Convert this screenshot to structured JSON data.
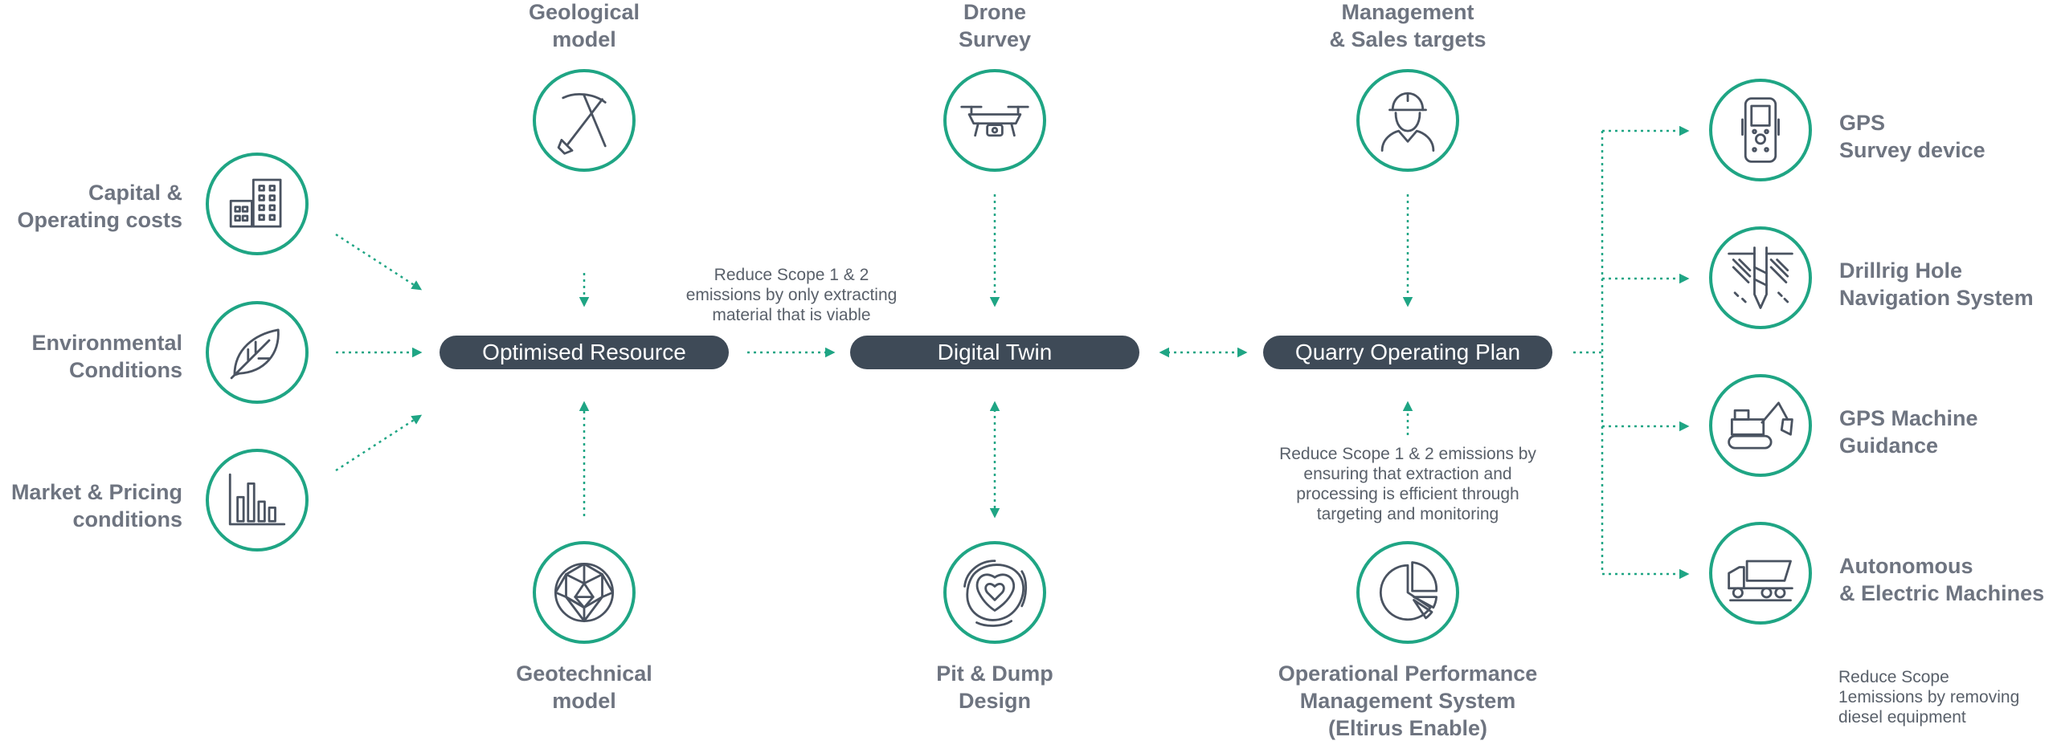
{
  "inputs_left": [
    {
      "lines": [
        "Capital &",
        "Operating costs"
      ],
      "icon": "buildings-icon"
    },
    {
      "lines": [
        "Environmental",
        "Conditions"
      ],
      "icon": "leaf-icon"
    },
    {
      "lines": [
        "Market & Pricing",
        "conditions"
      ],
      "icon": "bar-chart-icon"
    }
  ],
  "top_nodes": [
    {
      "lines": [
        "Geological",
        "model"
      ],
      "icon": "pickaxe-shovel-icon"
    },
    {
      "lines": [
        "Drone",
        "Survey"
      ],
      "icon": "drone-icon"
    },
    {
      "lines": [
        "Management",
        "& Sales targets"
      ],
      "icon": "worker-icon"
    }
  ],
  "bottom_nodes": [
    {
      "lines": [
        "Geotechnical",
        "model"
      ],
      "icon": "geodesic-sphere-icon"
    },
    {
      "lines": [
        "Pit & Dump",
        "Design"
      ],
      "icon": "contour-map-icon"
    },
    {
      "lines": [
        "Operational Performance",
        "Management System",
        "(Eltirus Enable)"
      ],
      "icon": "pie-chart-icon"
    }
  ],
  "pills": [
    "Optimised Resource",
    "Digital Twin",
    "Quarry Operating Plan"
  ],
  "notes": {
    "resource": [
      "Reduce Scope 1 & 2",
      "emissions by only extracting",
      "material that is viable"
    ],
    "plan": [
      "Reduce Scope 1 & 2 emissions by",
      "ensuring that extraction and",
      "processing is efficient through",
      "targeting and monitoring"
    ],
    "machines": [
      "Reduce Scope",
      "1emissions by removing",
      "diesel equipment"
    ]
  },
  "outputs_right": [
    {
      "lines": [
        "GPS",
        "Survey device"
      ],
      "icon": "gps-handheld-icon"
    },
    {
      "lines": [
        "Drillrig Hole",
        "Navigation System"
      ],
      "icon": "drill-hole-icon"
    },
    {
      "lines": [
        "GPS Machine",
        "Guidance"
      ],
      "icon": "excavator-icon"
    },
    {
      "lines": [
        "Autonomous",
        "& Electric Machines"
      ],
      "icon": "dump-truck-icon"
    }
  ],
  "colors": {
    "accent": "#1fa584",
    "pill": "#3e4a57",
    "label": "#6e7480",
    "icon": "#4a5361"
  }
}
